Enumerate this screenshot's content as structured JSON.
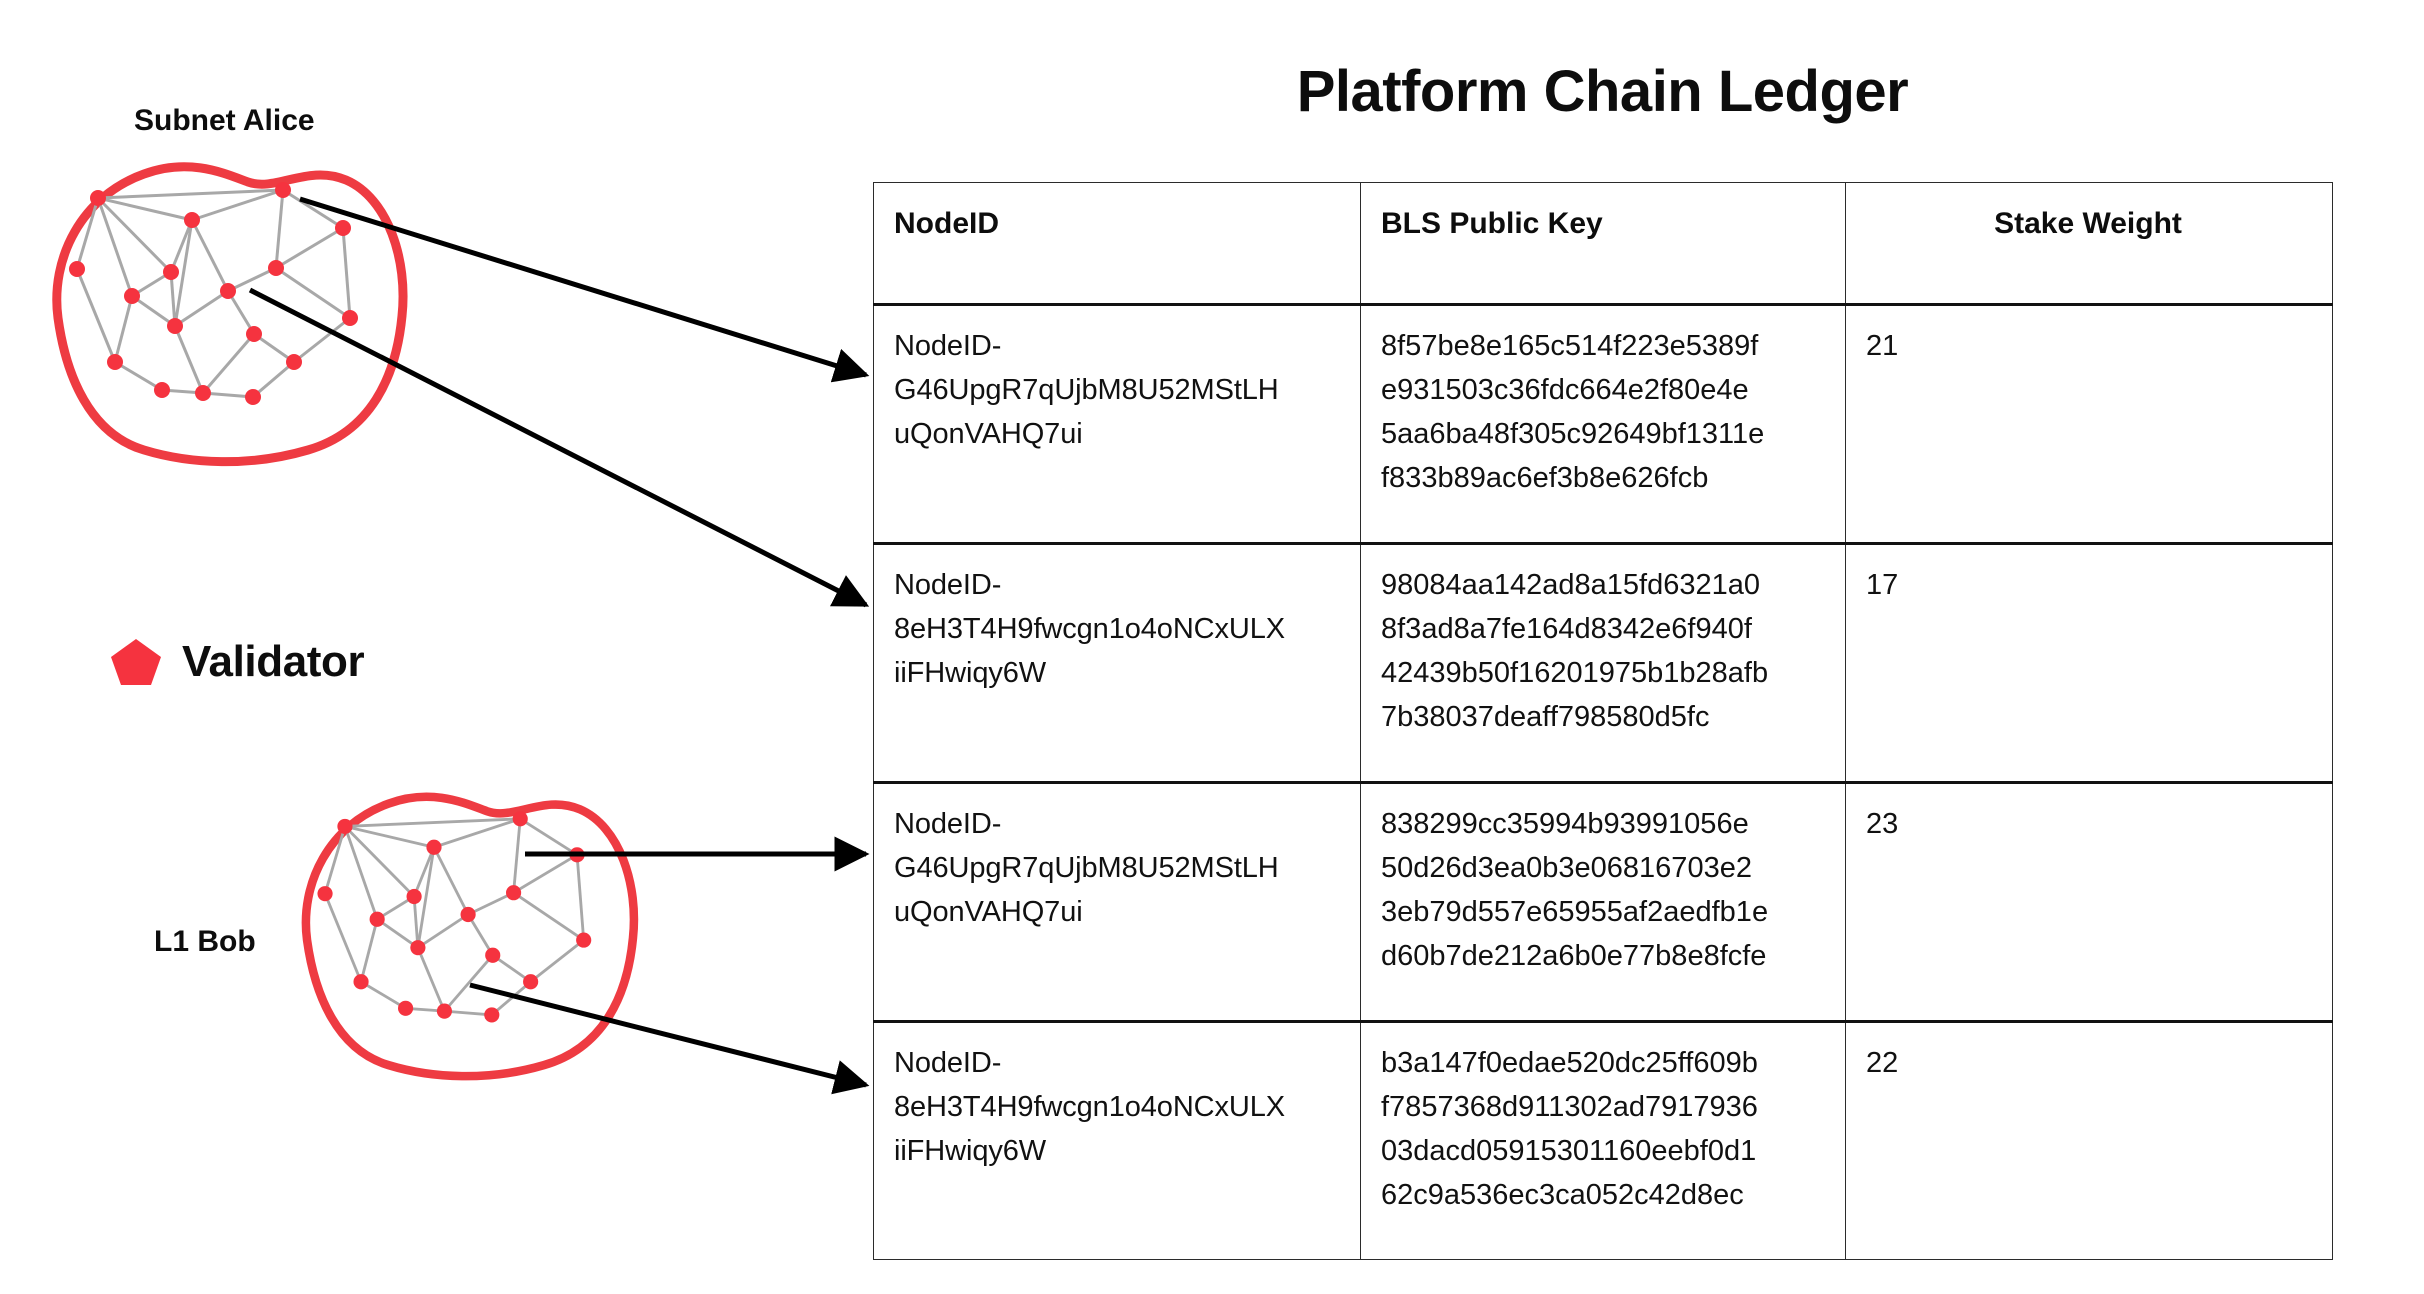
{
  "title": "Platform Chain Ledger",
  "colors": {
    "validator_red": "#F5333F",
    "blob_outline": "#EE3B42",
    "edge_gray": "#A8A8A8",
    "text": "#111111",
    "table_border": "#111111",
    "arrow": "#000000"
  },
  "left_panel": {
    "subnet_label": "Subnet Alice",
    "l1_label": "L1 Bob",
    "legend": {
      "icon": "pentagon-icon",
      "label": "Validator"
    }
  },
  "table": {
    "columns": [
      "NodeID",
      "BLS Public Key",
      "Stake Weight"
    ],
    "rows": [
      {
        "node_id": "NodeID-G46UpgR7qUjbM8U52MStLHuQonVAHQ7ui",
        "node_id_lines": [
          "NodeID-",
          "G46UpgR7qUjbM8U52MStLH",
          "uQonVAHQ7ui"
        ],
        "bls_key": "8f57be8e165c514f223e5389fe931503c36fdc664e2f80e4e5aa6ba48f305c92649bf1311ef833b89ac6ef3b8e626fcb",
        "bls_lines": [
          "8f57be8e165c514f223e5389f",
          "e931503c36fdc664e2f80e4e",
          "5aa6ba48f305c92649bf1311e",
          "f833b89ac6ef3b8e626fcb"
        ],
        "stake_weight": "21"
      },
      {
        "node_id": "NodeID-8eH3T4H9fwcgn1o4oNCxULXiiFHwiqy6W",
        "node_id_lines": [
          "NodeID-",
          "8eH3T4H9fwcgn1o4oNCxULX",
          "iiFHwiqy6W"
        ],
        "bls_key": "98084aa142ad8a15fd6321a08f3ad8a7fe164d8342e6f940f42439b50f16201975b1b28afb7b38037deaff798580d5fc",
        "bls_lines": [
          "98084aa142ad8a15fd6321a0",
          "8f3ad8a7fe164d8342e6f940f",
          "42439b50f16201975b1b28afb",
          "7b38037deaff798580d5fc"
        ],
        "stake_weight": "17"
      },
      {
        "node_id": "NodeID-G46UpgR7qUjbM8U52MStLHuQonVAHQ7ui",
        "node_id_lines": [
          "NodeID-",
          "G46UpgR7qUjbM8U52MStLH",
          "uQonVAHQ7ui"
        ],
        "bls_key": "838299cc35994b93991056e50d26d3ea0b3e06816703e23eb79d557e65955af2aedfb1ed60b7de212a6b0e77b8e8fcfe",
        "bls_lines": [
          "838299cc35994b93991056e",
          "50d26d3ea0b3e06816703e2",
          "3eb79d557e65955af2aedfb1e",
          "d60b7de212a6b0e77b8e8fcfe"
        ],
        "stake_weight": "23"
      },
      {
        "node_id": "NodeID-8eH3T4H9fwcgn1o4oNCxULXiiFHwiqy6W",
        "node_id_lines": [
          "NodeID-",
          "8eH3T4H9fwcgn1o4oNCxULX",
          "iiFHwiqy6W"
        ],
        "bls_key": "b3a147f0edae520dc25ff609bf7857368d911302ad791793603dacd05915301160eebf0d162c9a536ec3ca052c42d8ec",
        "bls_lines": [
          "b3a147f0edae520dc25ff609b",
          "f7857368d911302ad7917936",
          "03dacd05915301160eebf0d1",
          "62c9a536ec3ca052c42d8ec"
        ],
        "stake_weight": "22"
      }
    ]
  }
}
